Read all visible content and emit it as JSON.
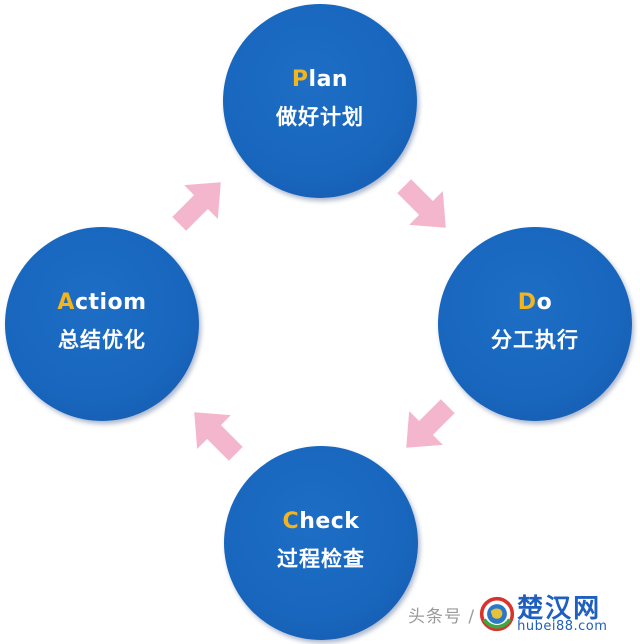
{
  "diagram": {
    "type": "PDCA cycle",
    "colors": {
      "circle_fill": "#1866bd",
      "accent_letter": "#f3b41c",
      "text": "#ffffff",
      "arrow_fill": "#f4b6cc"
    },
    "nodes": [
      {
        "id": "plan",
        "first_letter": "P",
        "rest": "lan",
        "label_en": "Plan",
        "label_zh": "做好计划"
      },
      {
        "id": "do",
        "first_letter": "D",
        "rest": "o",
        "label_en": "Do",
        "label_zh": "分工执行"
      },
      {
        "id": "check",
        "first_letter": "C",
        "rest": "heck",
        "label_en": "Check",
        "label_zh": "过程检查"
      },
      {
        "id": "act",
        "first_letter": "A",
        "rest": "ctiom",
        "label_en": "Actiom",
        "label_zh": "总结优化"
      }
    ],
    "edges": [
      {
        "from": "act",
        "to": "plan",
        "icon": "arrow-up-right-icon"
      },
      {
        "from": "plan",
        "to": "do",
        "icon": "arrow-down-right-icon"
      },
      {
        "from": "do",
        "to": "check",
        "icon": "arrow-down-left-icon"
      },
      {
        "from": "check",
        "to": "act",
        "icon": "arrow-up-left-icon"
      }
    ]
  },
  "watermark": {
    "source_text": "头条号 /",
    "brand_name": "楚汉网",
    "brand_domain": "hubei88.com",
    "logo_icon": "globe-logo-icon"
  }
}
